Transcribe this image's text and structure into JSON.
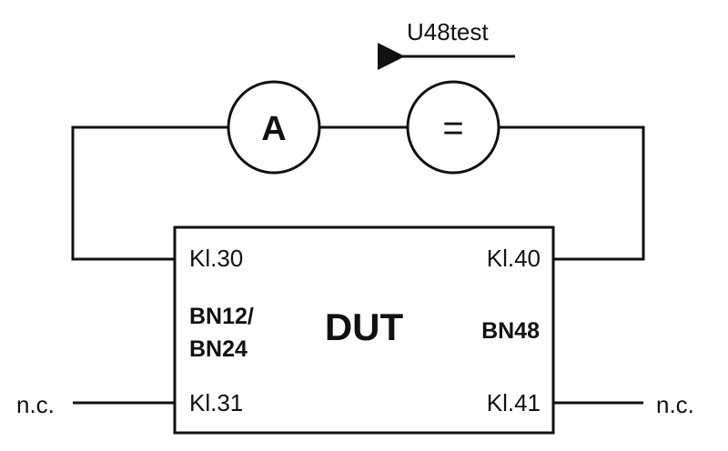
{
  "voltage_label": "U48test",
  "ammeter_symbol": "A",
  "source_symbol": "=",
  "dut": {
    "title": "DUT",
    "left_network_line1": "BN12/",
    "left_network_line2": "BN24",
    "right_network": "BN48",
    "terminals": {
      "top_left": "Kl.30",
      "top_right": "Kl.40",
      "bottom_left": "Kl.31",
      "bottom_right": "Kl.41"
    }
  },
  "nc_left": "n.c.",
  "nc_right": "n.c."
}
